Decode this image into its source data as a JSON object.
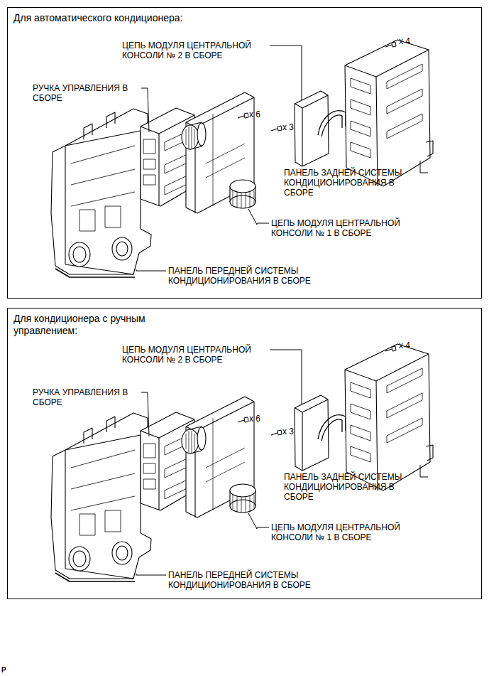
{
  "diagram": {
    "nodes": [
      {
        "text": [
          "Для автоматического кондиционера:"
        ]
      },
      {
        "text": [
          "Для кондиционера с ручным управлением:"
        ]
      }
    ],
    "labels": [
      "ЦЕПЬ МОДУЛЯ ЦЕНТРАЛЬНОЙ КОНСОЛИ № 2 В СБОРЕ",
      "x 4",
      "РУЧКА УПРАВЛЕНИЯ В СБОРЕ",
      "x 6",
      "x 3",
      "ПАНЕЛЬ ЗАДНЕЙ СИСТЕМЫ КОНДИЦИОНИРОВАНИЯ В СБОРЕ",
      "ЦЕПЬ МОДУЛЯ ЦЕНТРАЛЬНОЙ КОНСОЛИ № 1 В СБОРЕ",
      "ПАНЕЛЬ ПЕРЕДНЕЙ СИСТЕМЫ КОНДИЦИОНИРОВАНИЯ В СБОРЕ",
      "ЦЕПЬ МОДУЛЯ ЦЕНТРАЛЬНОЙ КОНСОЛИ № 2 В СБОРЕ",
      "x 4",
      "РУЧКА УПРАВЛЕНИЯ В СБОРЕ",
      "x 6",
      "x 3",
      "ПАНЕЛЬ ЗАДНЕЙ СИСТЕМЫ КОНДИЦИОНИРОВАНИЯ В СБОРЕ",
      "ЦЕПЬ МОДУЛЯ ЦЕНТРАЛЬНОЙ КОНСОЛИ № 1 В СБОРЕ",
      "ПАНЕЛЬ ПЕРЕДНЕЙ СИСТЕМЫ КОНДИЦИОНИРОВАНИЯ В СБОРЕ",
      "P"
    ]
  }
}
